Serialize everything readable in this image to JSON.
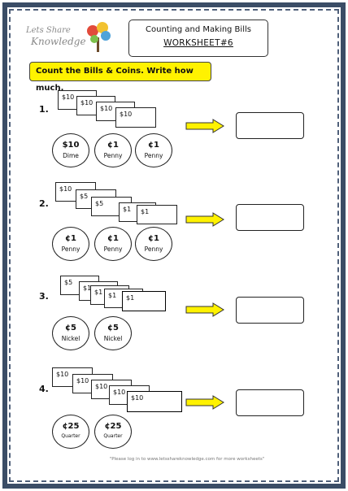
{
  "logo": {
    "line1": "Lets Share",
    "line2": "Knowledge"
  },
  "header": {
    "title": "Counting and Making Bills",
    "worksheet": "WORKSHEET#6"
  },
  "instruction": "Count the Bills & Coins. Write how much.",
  "footer": "\"Please log in to www.letsshareknowledge.com for more worksheets\"",
  "colors": {
    "highlight": "#fff200",
    "frame": "#3b4d66"
  },
  "problems": [
    {
      "number": "1.",
      "bills": [
        "$10",
        "$10",
        "$10",
        "$10"
      ],
      "coins": [
        {
          "value": "$10",
          "name": "Dime"
        },
        {
          "value": "¢1",
          "name": "Penny"
        },
        {
          "value": "¢1",
          "name": "Penny"
        }
      ]
    },
    {
      "number": "2.",
      "bills": [
        "$10",
        "$5",
        "$5",
        "$1",
        "$1"
      ],
      "coins": [
        {
          "value": "¢1",
          "name": "Penny"
        },
        {
          "value": "¢1",
          "name": "Penny"
        },
        {
          "value": "¢1",
          "name": "Penny"
        }
      ]
    },
    {
      "number": "3.",
      "bills": [
        "$5",
        "$1",
        "$1",
        "$1",
        "$1"
      ],
      "coins": [
        {
          "value": "¢5",
          "name": "Nickel"
        },
        {
          "value": "¢5",
          "name": "Nickel"
        }
      ]
    },
    {
      "number": "4.",
      "bills": [
        "$10",
        "$10",
        "$10",
        "$10",
        "$10"
      ],
      "coins": [
        {
          "value": "¢25",
          "name": "Quarter"
        },
        {
          "value": "¢25",
          "name": "Quarter"
        }
      ]
    }
  ]
}
